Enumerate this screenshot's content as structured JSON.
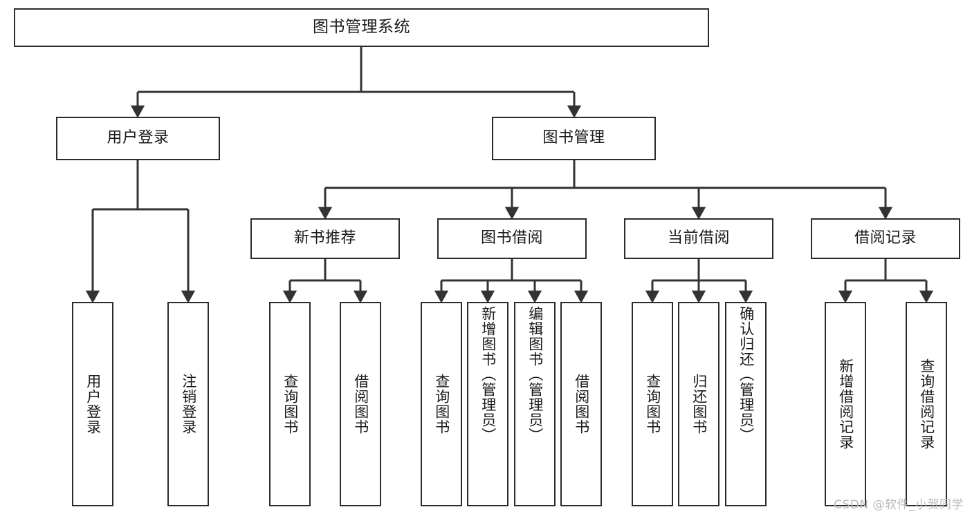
{
  "diagram": {
    "title": "图书管理系统",
    "type": "functional-structure-tree",
    "watermark": "CSDN @软件_小贺同学",
    "colors": {
      "box_border": "#2b2b2b",
      "box_fill": "#ffffff",
      "edge": "#333333",
      "text": "#1a1a1a",
      "watermark": "#b9b9b9",
      "background": "#ffffff"
    },
    "levels": {
      "level1": [
        "图书管理系统"
      ],
      "level2": [
        "用户登录",
        "图书管理"
      ],
      "level3": [
        "新书推荐",
        "图书借阅",
        "当前借阅",
        "借阅记录"
      ],
      "level4": [
        "用户登录",
        "注销登录",
        "查询图书",
        "借阅图书",
        "查询图书",
        "新增图书（管理员）",
        "编辑图书（管理员）",
        "借阅图书",
        "查询图书",
        "归还图书",
        "确认归还（管理员）",
        "新增借阅记录",
        "查询借阅记录"
      ]
    },
    "nodes": {
      "root": {
        "label": "图书管理系统"
      },
      "user_login": {
        "label": "用户登录"
      },
      "book_manage": {
        "label": "图书管理"
      },
      "new_book_rec": {
        "label": "新书推荐"
      },
      "book_borrow": {
        "label": "图书借阅"
      },
      "current_borrow": {
        "label": "当前借阅"
      },
      "borrow_record": {
        "label": "借阅记录"
      },
      "leaf_user_login": {
        "label": "用户登录"
      },
      "leaf_logout": {
        "label": "注销登录"
      },
      "leaf_query_book_1": {
        "label": "查询图书"
      },
      "leaf_borrow_book_1": {
        "label": "借阅图书"
      },
      "leaf_query_book_2": {
        "label": "查询图书"
      },
      "leaf_add_book": {
        "label": "新增图书（管理员）"
      },
      "leaf_edit_book": {
        "label": "编辑图书（管理员）"
      },
      "leaf_borrow_book_2": {
        "label": "借阅图书"
      },
      "leaf_query_book_3": {
        "label": "查询图书"
      },
      "leaf_return_book": {
        "label": "归还图书"
      },
      "leaf_confirm_return": {
        "label": "确认归还（管理员）"
      },
      "leaf_add_record": {
        "label": "新增借阅记录"
      },
      "leaf_query_record": {
        "label": "查询借阅记录"
      }
    },
    "edges": [
      {
        "from": "图书管理系统",
        "to": "用户登录"
      },
      {
        "from": "图书管理系统",
        "to": "图书管理"
      },
      {
        "from": "用户登录",
        "to": "用户登录"
      },
      {
        "from": "用户登录",
        "to": "注销登录"
      },
      {
        "from": "图书管理",
        "to": "新书推荐"
      },
      {
        "from": "图书管理",
        "to": "图书借阅"
      },
      {
        "from": "图书管理",
        "to": "当前借阅"
      },
      {
        "from": "图书管理",
        "to": "借阅记录"
      },
      {
        "from": "新书推荐",
        "to": "查询图书"
      },
      {
        "from": "新书推荐",
        "to": "借阅图书"
      },
      {
        "from": "图书借阅",
        "to": "查询图书"
      },
      {
        "from": "图书借阅",
        "to": "新增图书（管理员）"
      },
      {
        "from": "图书借阅",
        "to": "编辑图书（管理员）"
      },
      {
        "from": "图书借阅",
        "to": "借阅图书"
      },
      {
        "from": "当前借阅",
        "to": "查询图书"
      },
      {
        "from": "当前借阅",
        "to": "归还图书"
      },
      {
        "from": "当前借阅",
        "to": "确认归还（管理员）"
      },
      {
        "from": "借阅记录",
        "to": "新增借阅记录"
      },
      {
        "from": "借阅记录",
        "to": "查询借阅记录"
      }
    ]
  }
}
